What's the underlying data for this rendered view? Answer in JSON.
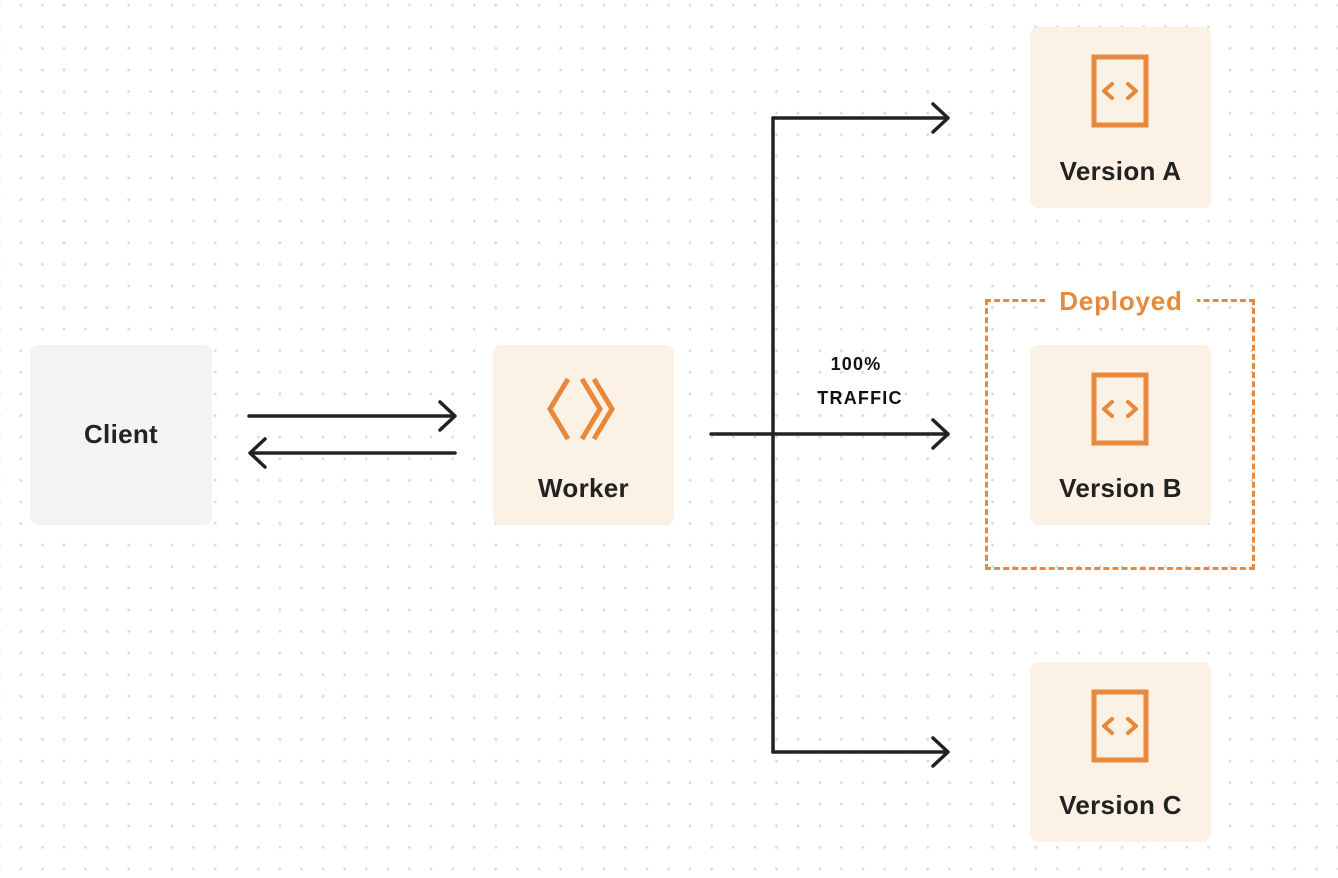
{
  "nodes": {
    "client": {
      "label": "Client"
    },
    "worker": {
      "label": "Worker",
      "icon": "chevrons-icon"
    },
    "version_a": {
      "label": "Version A",
      "icon": "code-file-icon"
    },
    "version_b": {
      "label": "Version B",
      "icon": "code-file-icon"
    },
    "version_c": {
      "label": "Version C",
      "icon": "code-file-icon"
    }
  },
  "traffic": {
    "percent": "100%",
    "label": "TRAFFIC"
  },
  "deployed": {
    "label": "Deployed"
  },
  "colors": {
    "accent": "#e8883a",
    "node_fill": "#fbf2e5",
    "client_fill": "#f3f3f5",
    "line": "#222222",
    "text": "#222222"
  }
}
